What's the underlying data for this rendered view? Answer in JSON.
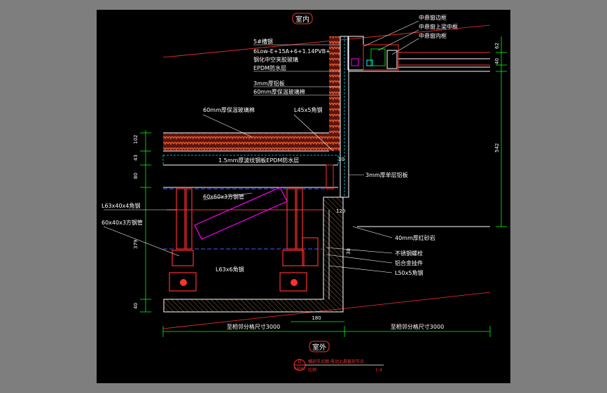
{
  "drawing": {
    "title_top": "室内",
    "title_bottom": "室外",
    "title_block": {
      "symbol": "D",
      "ref": "P4043",
      "name": "横剖节点图 电动上悬窗剖节点",
      "scale_label": "比例",
      "scale": "1:4"
    },
    "labels_left": [
      "5#槽钢",
      "6Low-E+15A+6+1.14PVB+",
      "钢化中空夹胶玻璃",
      "EPDM防水层",
      "3mm厚铝板",
      "60mm厚保温玻璃棉",
      "60mm厚保温玻璃棉",
      "1.5mm厚波纹钢板EPDM防水层",
      "L63x40x4角钢",
      "60x40x3方钢管",
      "60x60x3方钢管",
      "L63x6角钢"
    ],
    "labels_right": [
      "中悬窗边框",
      "中悬窗上梁中框",
      "中悬窗内框",
      "L45x5角钢",
      "3mm厚单层铝板",
      "40mm厚红砂岩",
      "不锈钢螺栓",
      "铝合金挂件",
      "L50x5角钢"
    ],
    "dimensions_left": [
      "102",
      "43",
      "80",
      "379",
      "40"
    ],
    "dimensions_right": [
      "62",
      "40",
      "542"
    ],
    "dimensions_small": [
      "10",
      "120",
      "180",
      "38"
    ],
    "dimension_bottom_left": "至相邻分格尺寸3000",
    "dimension_bottom_right": "至相邻分格尺寸3000",
    "colors": {
      "background": "#000000",
      "frame": "#808080",
      "red": "#ff2020",
      "green": "#00ff00",
      "white": "#ffffff",
      "magenta": "#ff00ff",
      "cyan": "#00ffff",
      "orange": "#d24a1e",
      "blue": "#4060ff"
    }
  }
}
